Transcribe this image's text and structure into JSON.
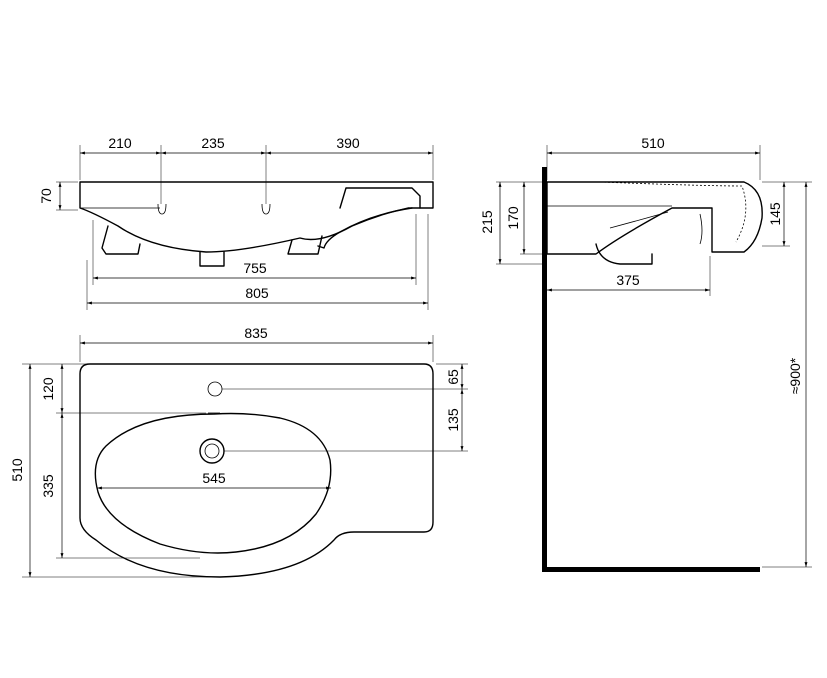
{
  "front_view": {
    "dims": {
      "hole_left": "210",
      "hole_gap": "235",
      "right_part": "390",
      "rim_height": "70",
      "inner_width": "755",
      "base_width": "805"
    }
  },
  "side_view": {
    "dims": {
      "depth": "510",
      "total_height": "215",
      "basin_height": "170",
      "right_height": "145",
      "drain_offset": "375",
      "mount_height": "≈900*"
    }
  },
  "top_view": {
    "dims": {
      "total_width": "835",
      "total_depth": "510",
      "rim_back": "120",
      "bowl_depth": "335",
      "tap_offset": "65",
      "drain_offset": "135",
      "bowl_width": "545"
    }
  }
}
